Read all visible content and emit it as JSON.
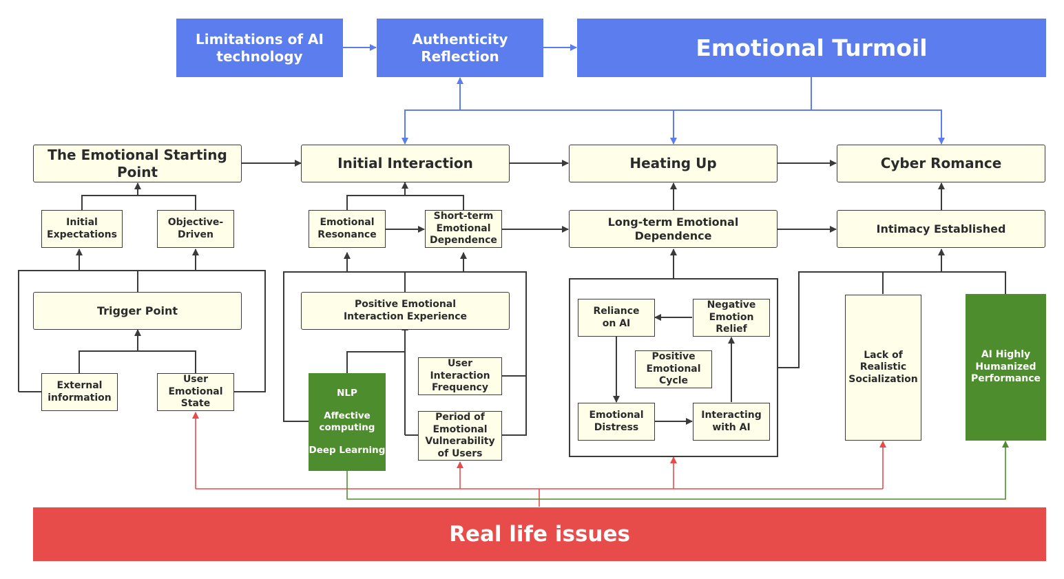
{
  "top": {
    "limitations": "Limitations of AI technology",
    "authenticity": "Authenticity Reflection",
    "turmoil": "Emotional Turmoil"
  },
  "stages": {
    "starting_point": "The Emotional Starting Point",
    "initial_interaction": "Initial Interaction",
    "heating_up": "Heating Up",
    "cyber_romance": "Cyber Romance"
  },
  "col1": {
    "initial_expectations": "Initial Expectations",
    "objective_driven": "Objective-Driven",
    "trigger_point": "Trigger Point",
    "external_information": "External information",
    "user_emotional_state": "User Emotional State"
  },
  "col2": {
    "emotional_resonance": "Emotional Resonance",
    "short_term_dependence": "Short-term Emotional Dependence",
    "positive_experience": "Positive Emotional Interaction Experience",
    "nlp": "NLP",
    "affective": "Affective computing",
    "deep_learning": "Deep Learning",
    "interaction_frequency": "User Interaction Frequency",
    "vulnerability": "Period of Emotional Vulnerability of Users"
  },
  "col3": {
    "long_term_dependence": "Long-term Emotional Dependence",
    "reliance": "Reliance on AI",
    "relief": "Negative Emotion Relief",
    "positive_cycle": "Positive Emotional Cycle",
    "distress": "Emotional Distress",
    "interacting": "Interacting with AI"
  },
  "col4": {
    "intimacy": "Intimacy Established",
    "lack_socialization": "Lack of Realistic Socialization",
    "ai_humanized": "AI Highly Humanized Performance"
  },
  "bottom": {
    "real_life": "Real life issues"
  },
  "colors": {
    "blue": "#5b7ded",
    "green": "#4e8d2e",
    "red": "#e84c4a",
    "cream": "#fefee9",
    "dark": "#3a3a3a"
  }
}
